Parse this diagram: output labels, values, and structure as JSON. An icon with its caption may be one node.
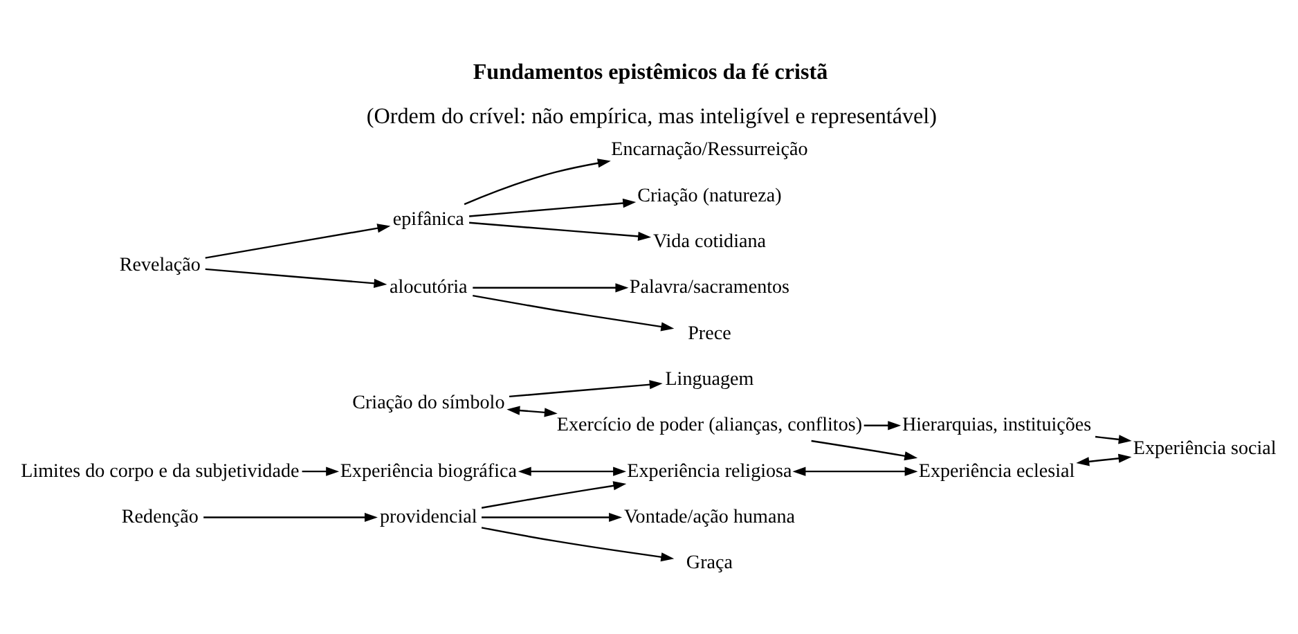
{
  "diagram": {
    "title": "Fundamentos epistêmicos da fé cristã",
    "caption": "(Ordem do crível: não empírica, mas inteligível e representável)",
    "nodes": [
      {
        "text": [
          "Limites do corpo e da subjetividade"
        ]
      },
      {
        "text": [
          "Revelação"
        ]
      },
      {
        "text": [
          "epifânica"
        ]
      },
      {
        "text": [
          "Encarnação/Ressurreição"
        ]
      },
      {
        "text": [
          "Criação (natureza)"
        ]
      },
      {
        "text": [
          "Vida cotidiana"
        ]
      },
      {
        "text": [
          "alocutória"
        ]
      },
      {
        "text": [
          "Palavra/sacramentos"
        ]
      },
      {
        "text": [
          "Prece"
        ]
      },
      {
        "text": [
          "Redenção"
        ]
      },
      {
        "text": [
          "providencial"
        ]
      },
      {
        "text": [
          "Graça"
        ]
      },
      {
        "text": [
          "Vontade/ação humana"
        ]
      },
      {
        "text": [
          "Criação do símbolo"
        ]
      },
      {
        "text": [
          "Linguagem"
        ]
      },
      {
        "text": [
          "Exercício de poder (alianças, conflitos)"
        ]
      },
      {
        "text": [
          "Hierarquias, instituições"
        ]
      },
      {
        "text": [
          "Experiência biográfica"
        ]
      },
      {
        "text": [
          "Experiência religiosa"
        ]
      },
      {
        "text": [
          "Experiência eclesial"
        ]
      },
      {
        "text": [
          "Experiência social"
        ]
      }
    ],
    "edges": [
      {
        "from": 1,
        "to": 2,
        "arrow": "to"
      },
      {
        "from": 2,
        "to": 3,
        "arrow": "to"
      },
      {
        "from": 2,
        "to": 4,
        "arrow": "to"
      },
      {
        "from": 2,
        "to": 5,
        "arrow": "to"
      },
      {
        "from": 1,
        "to": 6,
        "arrow": "to"
      },
      {
        "from": 6,
        "to": 7,
        "arrow": "to"
      },
      {
        "from": 6,
        "to": 8,
        "arrow": "to"
      },
      {
        "from": 9,
        "to": 10,
        "arrow": "to"
      },
      {
        "from": 10,
        "to": 11,
        "arrow": "to"
      },
      {
        "from": 10,
        "to": 12,
        "arrow": "to"
      },
      {
        "from": 13,
        "to": 14,
        "arrow": "to"
      },
      {
        "from": 13,
        "to": 15,
        "arrow": "both"
      },
      {
        "from": 15,
        "to": 16,
        "arrow": "to"
      },
      {
        "from": 0,
        "to": 17,
        "arrow": "to"
      },
      {
        "from": 10,
        "to": 18,
        "arrow": "to"
      },
      {
        "from": 15,
        "to": 19,
        "arrow": "to"
      },
      {
        "from": 16,
        "to": 20,
        "arrow": "to"
      },
      {
        "from": 17,
        "to": 18,
        "arrow": "both"
      },
      {
        "from": 18,
        "to": 19,
        "arrow": "both"
      },
      {
        "from": 19,
        "to": 20,
        "arrow": "both"
      }
    ]
  }
}
